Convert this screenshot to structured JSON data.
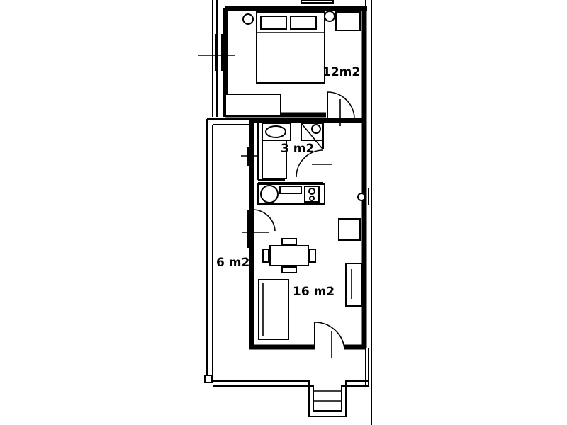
{
  "rooms": [
    {
      "id": "bedroom",
      "area_label": "12m2"
    },
    {
      "id": "bathroom",
      "area_label": "3 m2"
    },
    {
      "id": "balcony",
      "area_label": "6 m2"
    },
    {
      "id": "living",
      "area_label": "16 m2"
    }
  ],
  "colors": {
    "ink": "#000000",
    "paper": "#ffffff"
  }
}
